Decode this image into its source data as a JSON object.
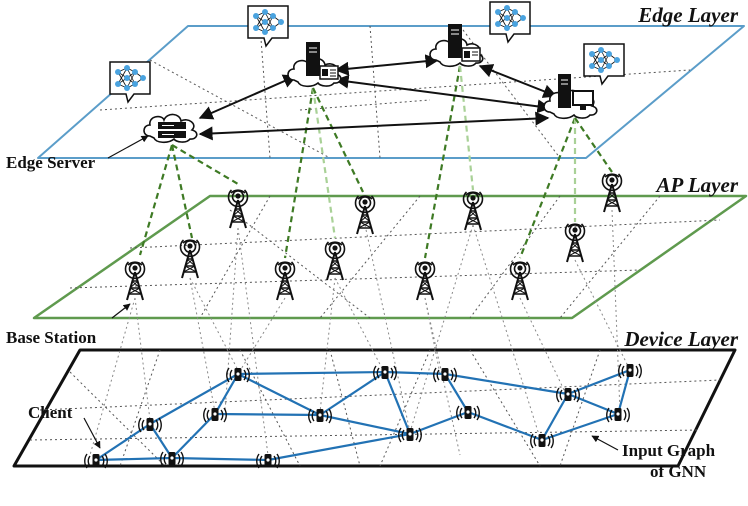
{
  "layers": {
    "edge": "Edge Layer",
    "ap": "AP Layer",
    "device": "Device Layer"
  },
  "annotations": {
    "edge_server": "Edge Server",
    "base_station": "Base Station",
    "client": "Client",
    "input_graph_line1": "Input Graph",
    "input_graph_line2": "of GNN"
  },
  "colors": {
    "edge_plane": "#5b9dc9",
    "ap_plane": "#5f9a4e",
    "device_plane": "#111111",
    "graph_edge": "#2272b4",
    "backhaul": "#3e7a24",
    "backhaul_light": "#a9d197",
    "dotted": "#555555"
  }
}
